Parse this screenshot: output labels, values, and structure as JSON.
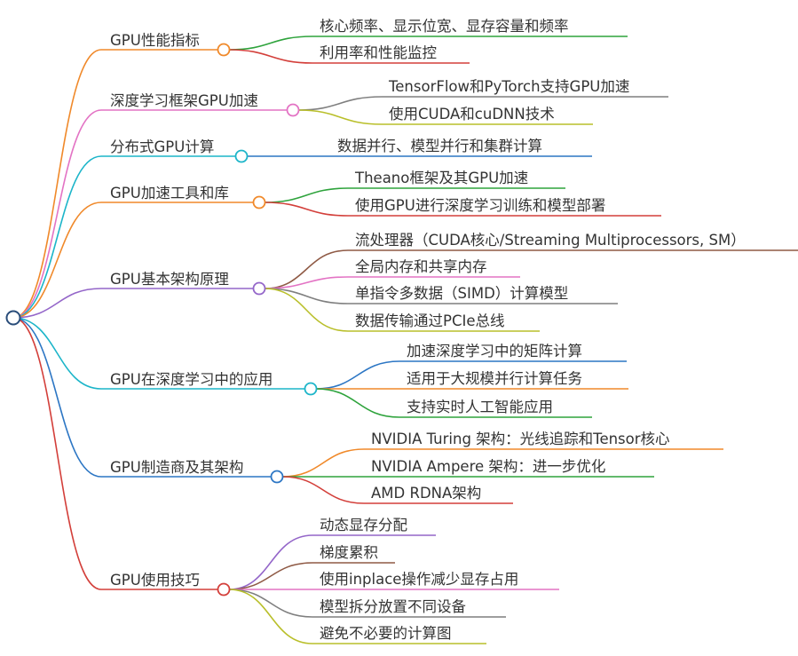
{
  "colors": {
    "root_stroke": "#2a4d7a",
    "text": "#333333",
    "orange": "#f0892a",
    "pink": "#e373c4",
    "cyan": "#1cb5c9",
    "purple": "#9466c9",
    "blue": "#2c76c4",
    "red": "#d33f3a",
    "green": "#2ea33c",
    "gray": "#7f7f7f",
    "olive": "#b9bf2a",
    "brown": "#8f5a45"
  },
  "branches": [
    {
      "label": "GPU性能指标",
      "color": "orange",
      "children": [
        {
          "label": "核心频率、显示位宽、显存容量和频率",
          "color": "green"
        },
        {
          "label": "利用率和性能监控",
          "color": "red"
        }
      ]
    },
    {
      "label": "深度学习框架GPU加速",
      "color": "pink",
      "children": [
        {
          "label": "TensorFlow和PyTorch支持GPU加速",
          "color": "gray"
        },
        {
          "label": "使用CUDA和cuDNN技术",
          "color": "olive"
        }
      ]
    },
    {
      "label": "分布式GPU计算",
      "color": "cyan",
      "children": [
        {
          "label": "数据并行、模型并行和集群计算",
          "color": "blue"
        }
      ]
    },
    {
      "label": "GPU加速工具和库",
      "color": "orange",
      "children": [
        {
          "label": "Theano框架及其GPU加速",
          "color": "green"
        },
        {
          "label": "使用GPU进行深度学习训练和模型部署",
          "color": "red"
        }
      ]
    },
    {
      "label": "GPU基本架构原理",
      "color": "purple",
      "children": [
        {
          "label": "流处理器（CUDA核心/Streaming Multiprocessors, SM）",
          "color": "brown"
        },
        {
          "label": "全局内存和共享内存",
          "color": "pink"
        },
        {
          "label": "单指令多数据（SIMD）计算模型",
          "color": "gray"
        },
        {
          "label": "数据传输通过PCIe总线",
          "color": "olive"
        }
      ]
    },
    {
      "label": "GPU在深度学习中的应用",
      "color": "cyan",
      "children": [
        {
          "label": "加速深度学习中的矩阵计算",
          "color": "blue"
        },
        {
          "label": "适用于大规模并行计算任务",
          "color": "orange"
        },
        {
          "label": "支持实时人工智能应用",
          "color": "green"
        }
      ]
    },
    {
      "label": "GPU制造商及其架构",
      "color": "blue",
      "children": [
        {
          "label": "NVIDIA Turing 架构：光线追踪和Tensor核心",
          "color": "orange"
        },
        {
          "label": "NVIDIA Ampere 架构：进一步优化",
          "color": "green"
        },
        {
          "label": "AMD RDNA架构",
          "color": "red"
        }
      ]
    },
    {
      "label": "GPU使用技巧",
      "color": "red",
      "children": [
        {
          "label": "动态显存分配",
          "color": "purple"
        },
        {
          "label": "梯度累积",
          "color": "brown"
        },
        {
          "label": "使用inplace操作减少显存占用",
          "color": "pink"
        },
        {
          "label": "模型拆分放置不同设备",
          "color": "gray"
        },
        {
          "label": "避免不必要的计算图",
          "color": "olive"
        }
      ]
    }
  ]
}
